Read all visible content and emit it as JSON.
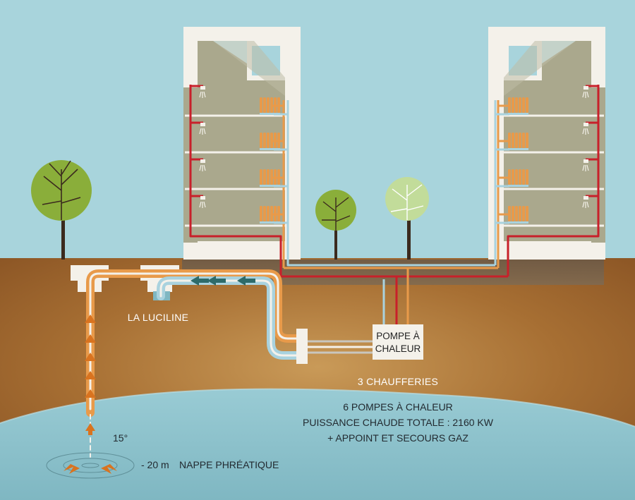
{
  "labels": {
    "luciline": "LA LUCILINE",
    "pompe_line1": "POMPE À",
    "pompe_line2": "CHALEUR",
    "chaufferies": "3 CHAUFFERIES",
    "pompes": "6 POMPES À CHALEUR",
    "puissance": "PUISSANCE CHAUDE TOTALE : 2160 KW",
    "appoint": "+ APPOINT ET SECOURS GAZ",
    "temperature": "15°",
    "depth": "- 20 m",
    "nappe": "NAPPE PHRÉATIQUE"
  },
  "colors": {
    "sky": "#a8d4dc",
    "soil": "#a06a30",
    "water": "#8fc2cc",
    "building": "#aaa88d",
    "hot_pipe": "#c8202a",
    "orange_pipe": "#e89a4a",
    "blue_pipe": "#a9d2de",
    "tree": "#8aae3a",
    "light_tree": "#c2dc9a"
  }
}
